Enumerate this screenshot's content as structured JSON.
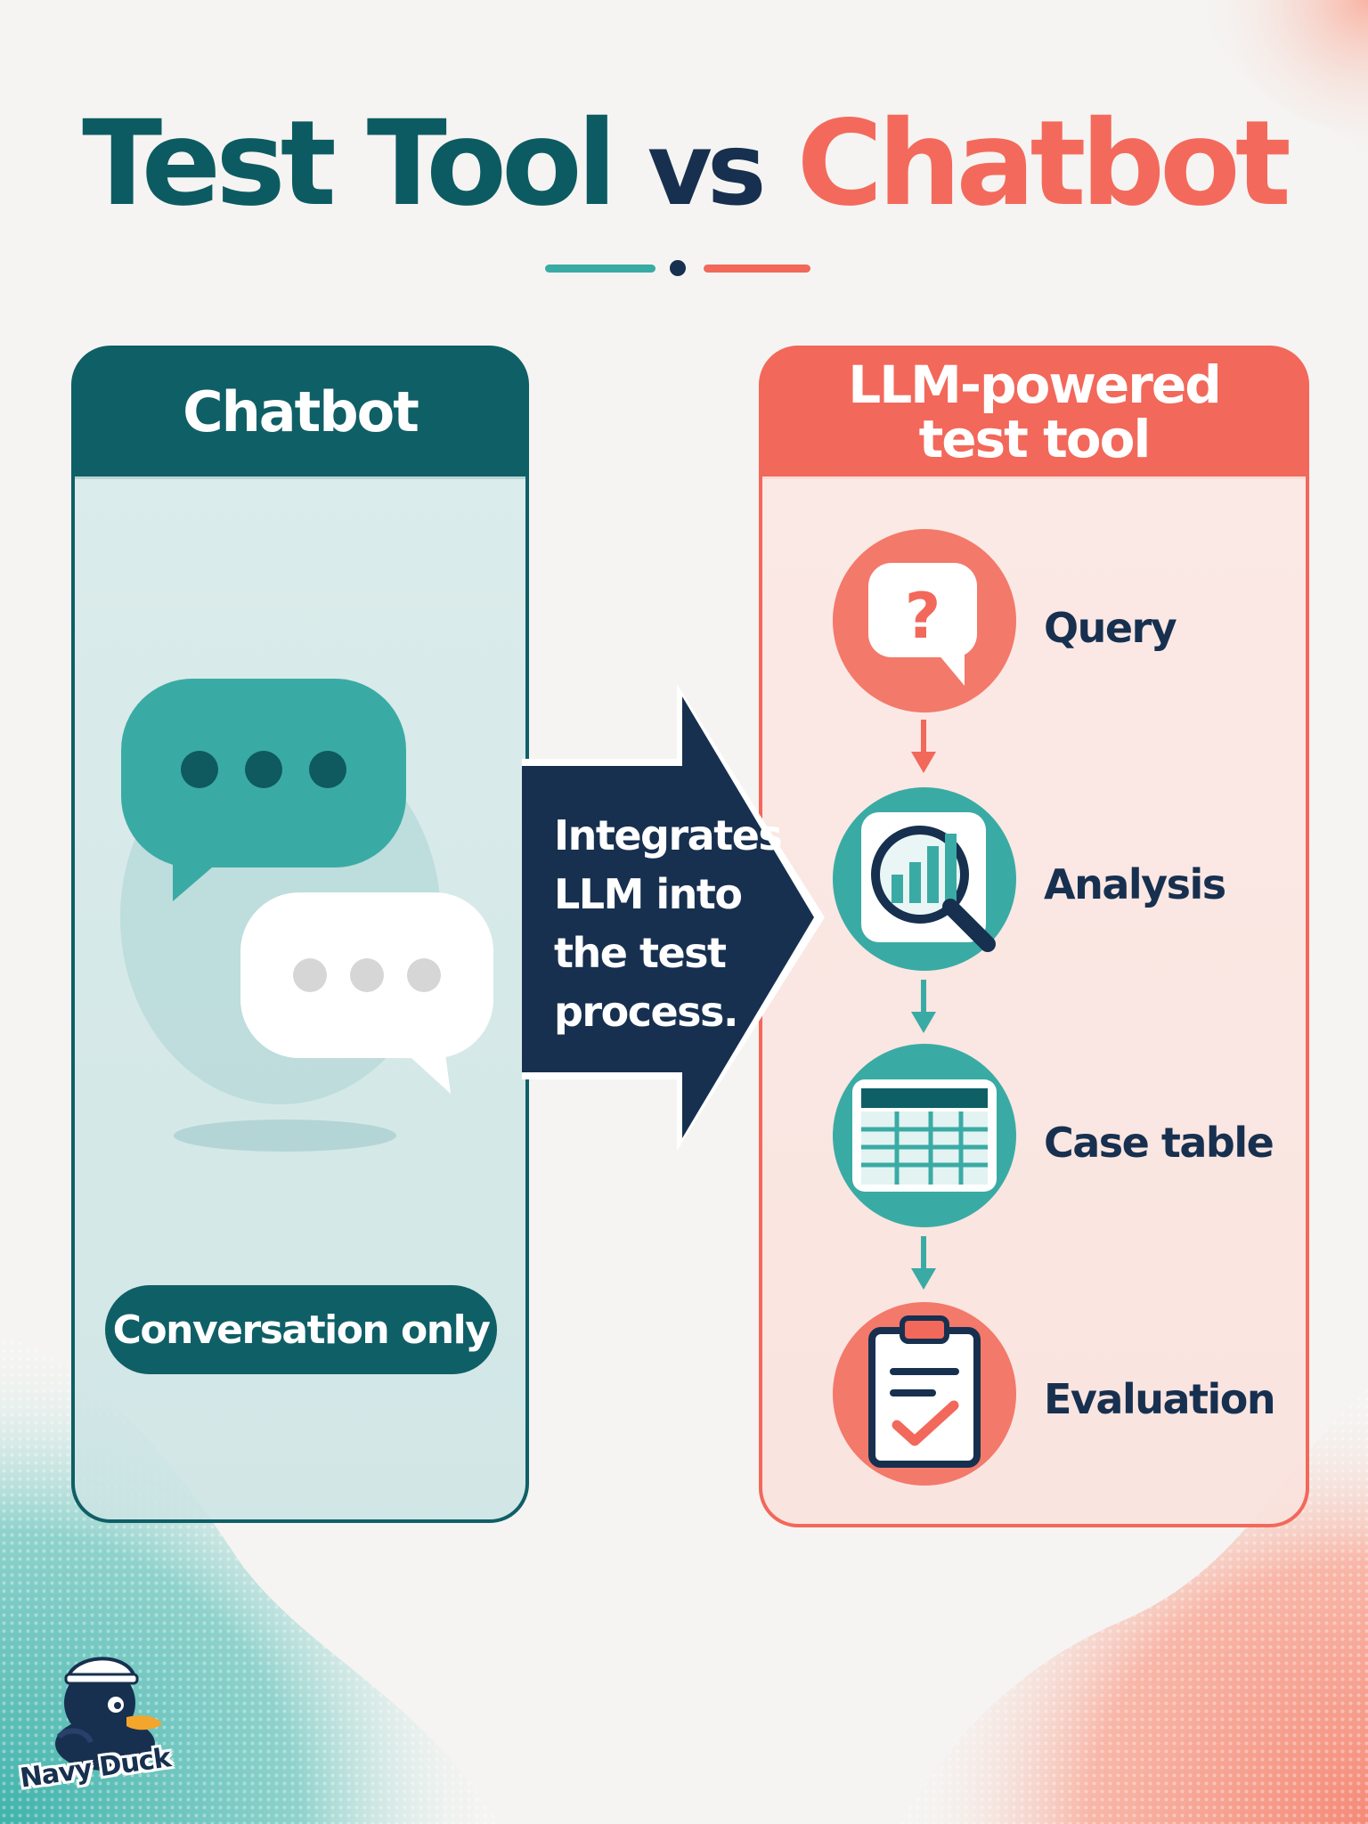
{
  "title": {
    "part1": "Test Tool",
    "part2": "vs",
    "part3": "Chatbot"
  },
  "left_panel": {
    "header": "Chatbot",
    "pill": "Conversation only"
  },
  "arrow": {
    "lines": [
      "Integrates",
      "LLM into",
      "the test",
      "process."
    ]
  },
  "right_panel": {
    "header_line1": "LLM-powered",
    "header_line2": "test tool",
    "steps": [
      {
        "label": "Query",
        "icon": "question-bubble-icon"
      },
      {
        "label": "Analysis",
        "icon": "magnifier-chart-icon"
      },
      {
        "label": "Case table",
        "icon": "table-icon"
      },
      {
        "label": "Evaluation",
        "icon": "clipboard-check-icon"
      }
    ]
  },
  "logo": {
    "text": "Navy Duck"
  },
  "colors": {
    "teal_dark": "#0f5f66",
    "teal": "#3aaba4",
    "coral": "#f2685a",
    "navy": "#17304f"
  }
}
